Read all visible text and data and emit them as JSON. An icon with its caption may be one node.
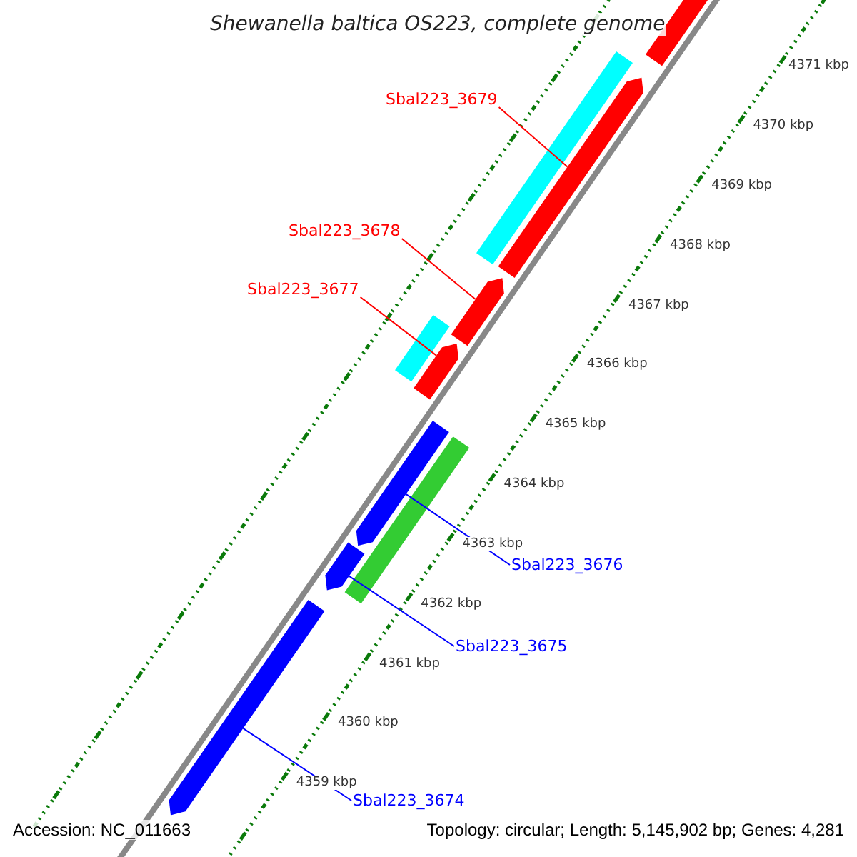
{
  "diagram": {
    "title": "Shewanella baltica OS223, complete genome",
    "nodes": [
      {
        "text": [
          "Sbal223_3679"
        ]
      },
      {
        "text": [
          "Sbal223_3678"
        ]
      },
      {
        "text": [
          "Sbal223_3677"
        ]
      },
      {
        "text": [
          "Sbal223_3676"
        ]
      },
      {
        "text": [
          "Sbal223_3675"
        ]
      },
      {
        "text": [
          "Sbal223_3674"
        ]
      },
      {
        "text": [],
        "shape": "bar"
      },
      {
        "text": [],
        "shape": "bar"
      },
      {
        "text": [],
        "shape": "bar"
      },
      {
        "text": [],
        "shape": "bar"
      },
      {
        "text": [],
        "shape": "bar"
      },
      {
        "text": [],
        "shape": "bar"
      }
    ],
    "edges": [
      {
        "from": 0,
        "to": 6,
        "arrow": "none",
        "color": "#ff0000"
      },
      {
        "from": 1,
        "to": 7,
        "arrow": "none",
        "color": "#ff0000"
      },
      {
        "from": 2,
        "to": 8,
        "arrow": "none",
        "color": "#ff0000"
      },
      {
        "from": 3,
        "to": 9,
        "arrow": "none",
        "color": "#0000ff"
      },
      {
        "from": 4,
        "to": 10,
        "arrow": "none",
        "color": "#0000ff"
      },
      {
        "from": 5,
        "to": 11,
        "arrow": "none",
        "color": "#0000ff"
      }
    ],
    "labels": [
      "4371 kbp",
      "4370 kbp",
      "4369 kbp",
      "4368 kbp",
      "4367 kbp",
      "4366 kbp",
      "4365 kbp",
      "4364 kbp",
      "4363 kbp",
      "4362 kbp",
      "4361 kbp",
      "4360 kbp",
      "4359 kbp",
      "Accession: NC_011663",
      "Topology: circular; Length: 5,145,902 bp; Genes: 4,281"
    ]
  }
}
